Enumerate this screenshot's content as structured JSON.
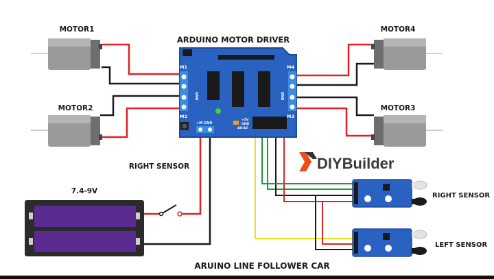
{
  "title": "ARDUINO MOTOR DRIVER",
  "caption": "ARUINO LINE FOLLOWER CAR",
  "motors": [
    "MOTOR1",
    "MOTOR2",
    "MOTOR4",
    "MOTOR3"
  ],
  "battery_label": "7.4-9V",
  "right_sensor_switch_label": "RIGHT SENSOR",
  "sensor_labels": [
    "RIGHT SENSOR",
    "LEFT SENSOR"
  ],
  "brand": "DIYBuilder",
  "board_labels": {
    "m1": "M1",
    "m2": "M2",
    "m3": "M3",
    "m4": "M4",
    "gnd": "GND",
    "ext_pwr": "+M GND",
    "pins_5v": "+5V",
    "pins_gnd": "GND",
    "pins_a": "A0-A5"
  },
  "colors": {
    "board": "#2a62c2",
    "motor_body": "#9a9a9a",
    "battery_cell": "#5b2c8f",
    "wire_red": "#e02020",
    "wire_black": "#1a1a1a",
    "wire_yellow": "#f2dc1e",
    "wire_green": "#1d9c3a",
    "sensor_board": "#2a62c2",
    "brand_accent": "#e94e1b"
  }
}
